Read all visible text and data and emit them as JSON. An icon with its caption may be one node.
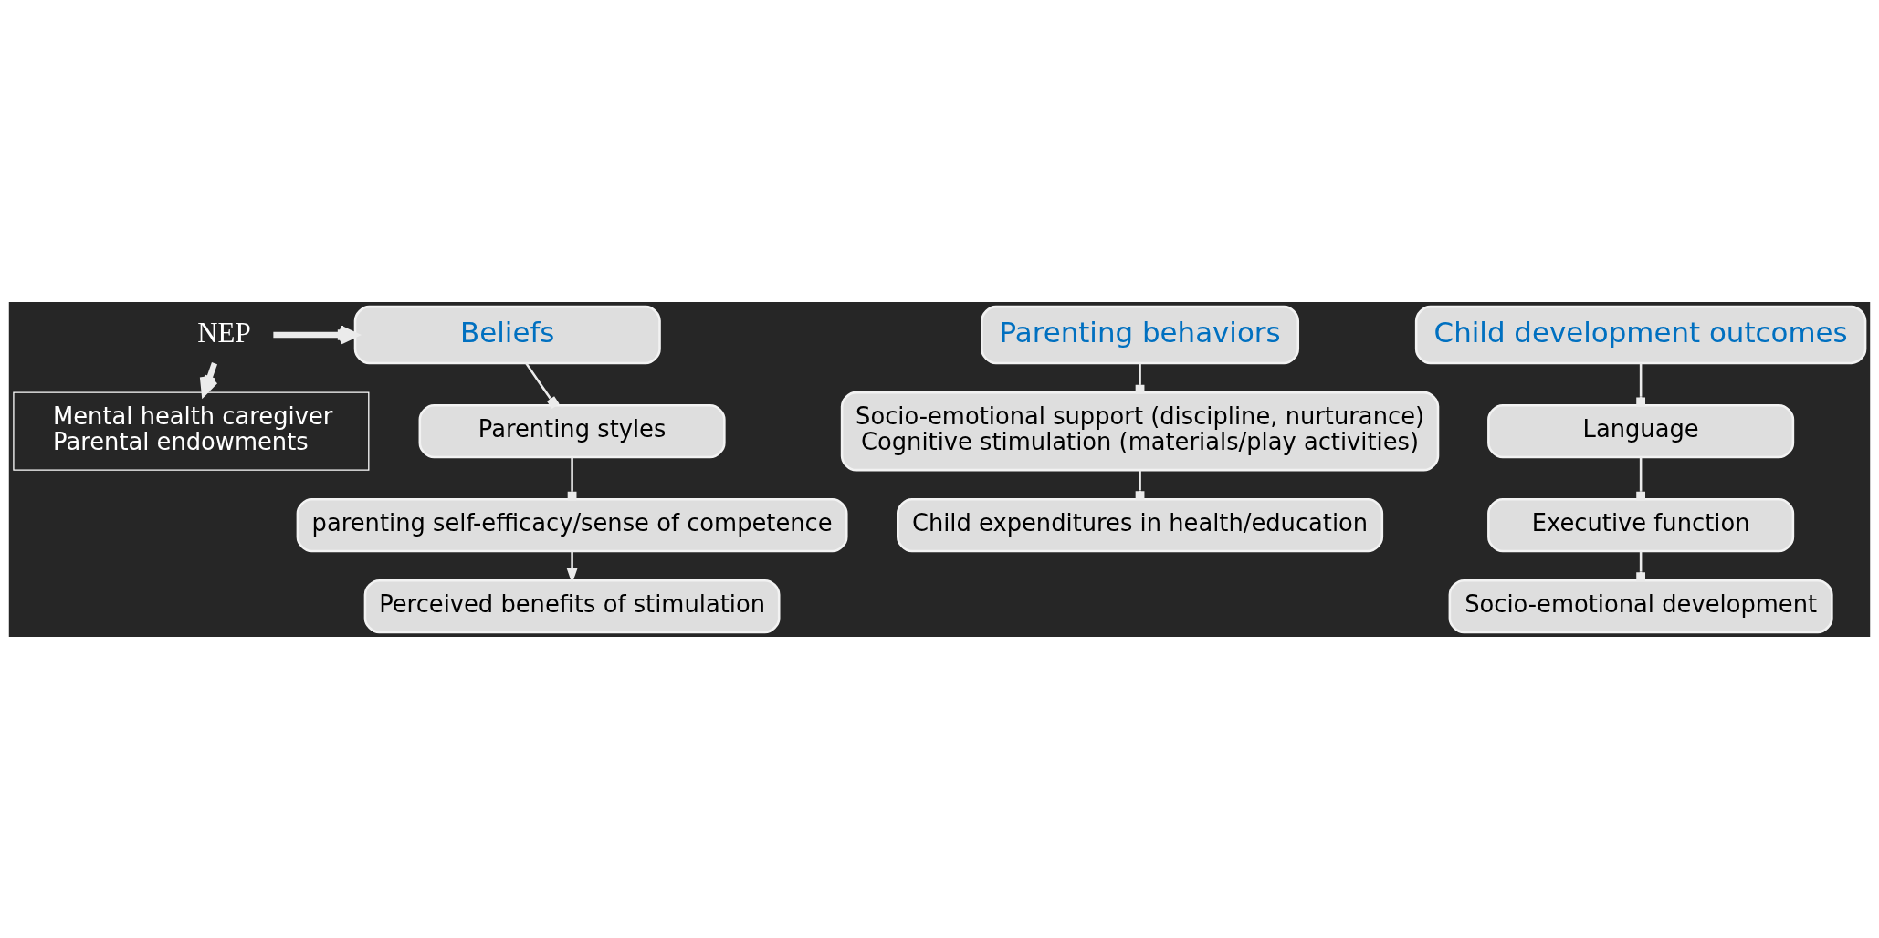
{
  "diagram": {
    "nodes": [
      {
        "text": [
          "Beliefs"
        ]
      },
      {
        "text": [
          "Parenting styles"
        ]
      },
      {
        "text": [
          "parenting self-efficacy/sense of competence"
        ]
      },
      {
        "text": [
          "Perceived benefits of stimulation"
        ]
      },
      {
        "text": [
          "Parenting behaviors"
        ]
      },
      {
        "text": [
          "Socio-emotional support (discipline, nurturance)",
          "Cognitive stimulation (materials/play activities)"
        ]
      },
      {
        "text": [
          "Child expenditures in health/education"
        ]
      },
      {
        "text": [
          "Child development outcomes"
        ]
      },
      {
        "text": [
          "Language"
        ]
      },
      {
        "text": [
          "Executive function"
        ]
      },
      {
        "text": [
          "Socio-emotional development"
        ]
      },
      {
        "text": [
          "NEP"
        ]
      },
      {
        "text": [
          "Mental health caregiver",
          "Parental endowments"
        ]
      }
    ],
    "edges": [
      {
        "from": 0,
        "to": 1,
        "arrow": "other"
      },
      {
        "from": 1,
        "to": 2,
        "arrow": "other"
      },
      {
        "from": 2,
        "to": 3,
        "arrow": "to"
      },
      {
        "from": 4,
        "to": 5,
        "arrow": "other"
      },
      {
        "from": 5,
        "to": 6,
        "arrow": "other"
      },
      {
        "from": 7,
        "to": 8,
        "arrow": "other"
      },
      {
        "from": 8,
        "to": 9,
        "arrow": "other"
      },
      {
        "from": 9,
        "to": 10,
        "arrow": "other"
      },
      {
        "from": 11,
        "to": 0,
        "arrow": "to",
        "style": "thick"
      },
      {
        "from": 11,
        "to": 12,
        "arrow": "to",
        "style": "thick"
      }
    ]
  }
}
